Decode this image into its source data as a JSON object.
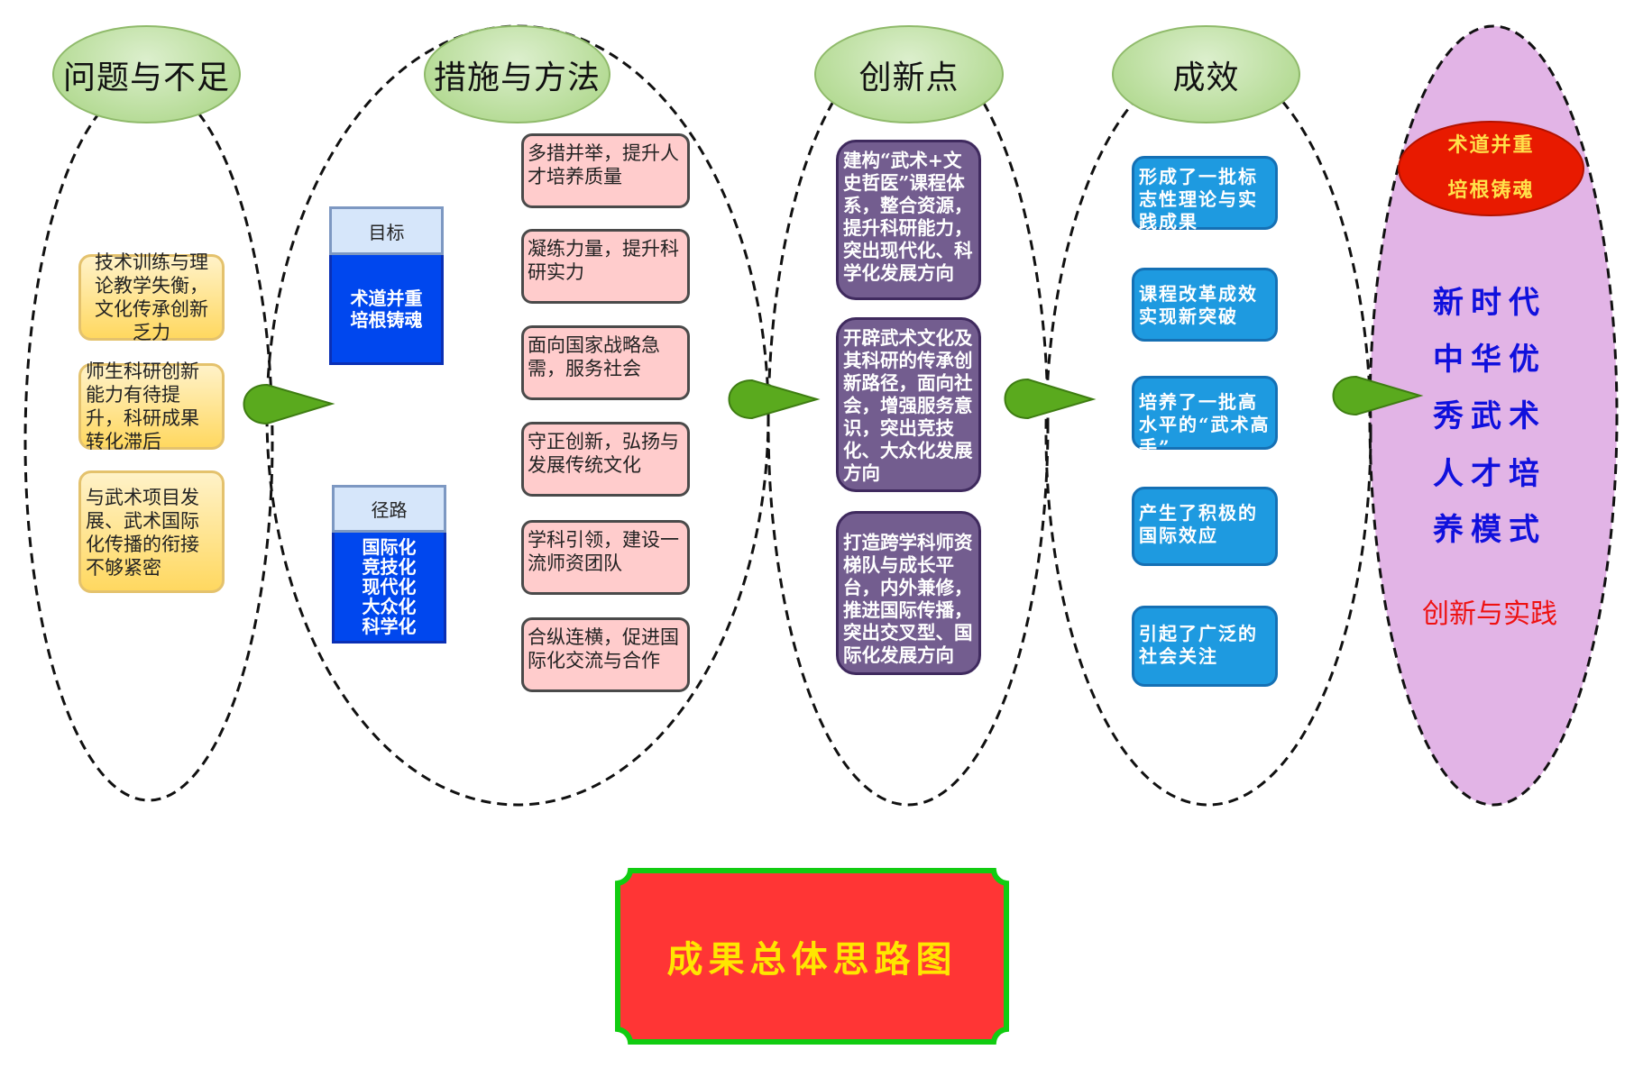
{
  "title": "成果总体思路图",
  "colors": {
    "head_green": "#b7dc98",
    "problem_yellow": "#ffd860",
    "measure_pink": "#ffcccc",
    "innovation_purple": "#735d8f",
    "result_blue": "#1e9ae0",
    "goal_blue": "#0047ee",
    "mode_lilac": "#e2b4e6",
    "arrow_green": "#5aaa1e",
    "title_red": "#ff3535",
    "title_border_green": "#11cc11",
    "title_text_yellow": "#ffe600"
  },
  "columns": {
    "problems": {
      "heading": "问题与不足",
      "items": [
        "技术训练与理论教学失衡，文化传承创新乏力",
        "师生科研创新能力有待提升，科研成果转化滞后",
        "与武术项目发展、武术国际化传播的衔接不够紧密"
      ]
    },
    "measures": {
      "heading": "措施与方法",
      "goal": {
        "label": "目标",
        "lines": [
          "术道并重",
          "培根铸魂"
        ]
      },
      "path": {
        "label": "径路",
        "lines": [
          "国际化",
          "竞技化",
          "现代化",
          "大众化",
          "科学化"
        ]
      },
      "items": [
        "多措并举，提升人才培养质量",
        "凝练力量，提升科研实力",
        "面向国家战略急需，服务社会",
        "守正创新，弘扬与发展传统文化",
        "学科引领，建设一流师资团队",
        "合纵连横，促进国际化交流与合作"
      ]
    },
    "innovations": {
      "heading": "创新点",
      "items": [
        "建构“武术+文史哲医”课程体系，整合资源，提升科研能力，突出现代化、科学化发展方向",
        "开辟武术文化及其科研的传承创新路径，面向社会，增强服务意识，突出竞技化、大众化发展方向",
        "打造跨学科师资梯队与成长平台，内外兼修，推进国际传播，突出交叉型、国际化发展方向"
      ]
    },
    "results": {
      "heading": "成效",
      "items": [
        "形成了一批标志性理论与实践成果",
        "课程改革成效实现新突破",
        "培养了一批高水平的“武术高手”",
        "产生了积极的国际效应",
        "引起了广泛的社会关注"
      ]
    },
    "mode": {
      "badge_lines": [
        "术道并重",
        "培根铸魂"
      ],
      "lines": [
        "新时代",
        "中华优",
        "秀武术",
        "人才培",
        "养模式"
      ],
      "footer": "创新与实践"
    }
  }
}
